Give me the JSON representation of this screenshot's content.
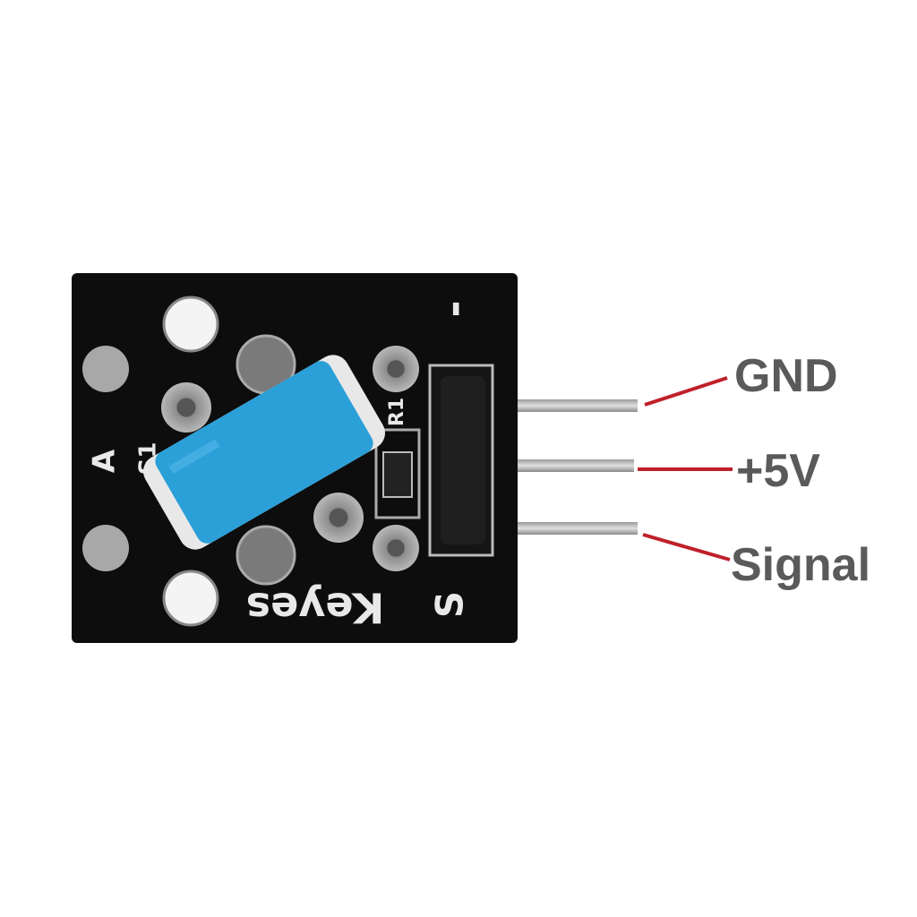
{
  "board": {
    "brand": "Keyes",
    "pin_marker_signal": "S",
    "pin_marker_gnd": "-",
    "resistor_label": "R1",
    "switch_label": "S1",
    "orientation_label": "A"
  },
  "pins": [
    {
      "label": "GND"
    },
    {
      "label": "+5V"
    },
    {
      "label": "Signal"
    }
  ],
  "colors": {
    "board": "#0d0d0d",
    "switch": "#2b9fd8",
    "leader_line": "#c0202a",
    "label_text": "#5a5a5a"
  }
}
